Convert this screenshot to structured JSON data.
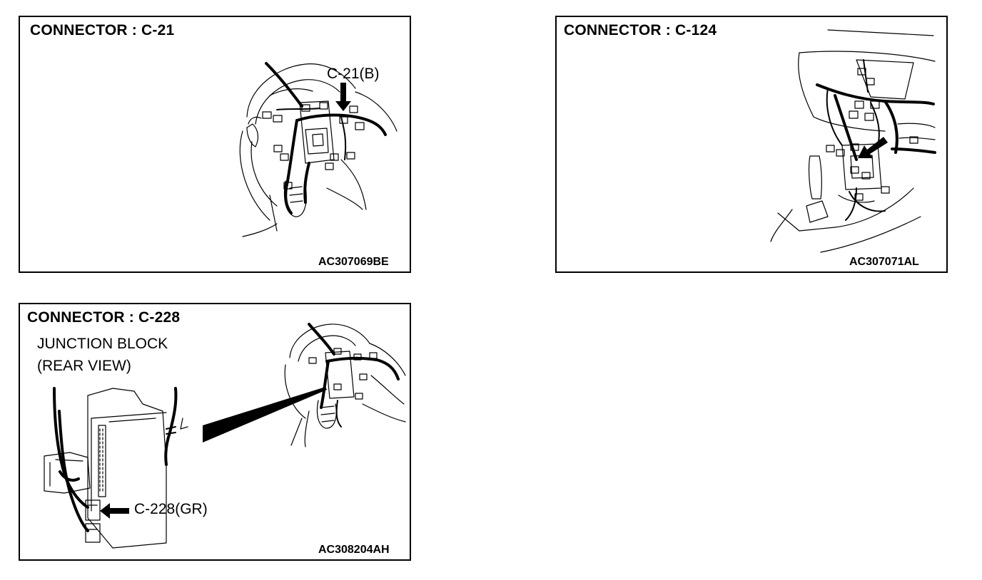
{
  "panels": {
    "c21": {
      "title": "CONNECTOR : C-21",
      "callout": "C-21(B)",
      "code": "AC307069BE"
    },
    "c124": {
      "title": "CONNECTOR : C-124",
      "code": "AC307071AL"
    },
    "c228": {
      "title": "CONNECTOR : C-228",
      "subtitle_line1": "JUNCTION BLOCK",
      "subtitle_line2": "(REAR VIEW)",
      "callout": "C-228(GR)",
      "code": "AC308204AH"
    }
  }
}
